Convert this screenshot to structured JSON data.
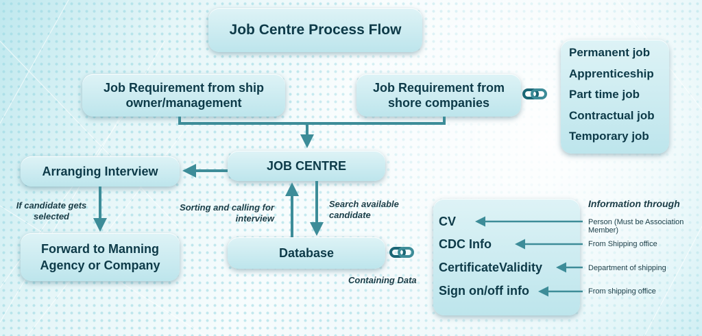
{
  "title": "Job Centre Process Flow",
  "req_ship": "Job Requirement from ship owner/management",
  "req_shore": "Job Requirement from shore companies",
  "job_types": [
    "Permanent job",
    "Apprenticeship",
    "Part time job",
    "Contractual job",
    "Temporary job"
  ],
  "job_centre": "JOB CENTRE",
  "arranging_interview": "Arranging Interview",
  "forward_manning": "Forward to Manning Agency or Company",
  "database": "Database",
  "if_selected": "If candidate gets selected",
  "sorting": "Sorting and calling for interview",
  "search": "Search available candidate",
  "containing_data": "Containing Data",
  "info_header": "Information through",
  "info_items": [
    {
      "label": "CV",
      "source": "Person (Must be Association Member)"
    },
    {
      "label": "CDC Info",
      "source": "From Shipping office"
    },
    {
      "label": "CertificateValidity",
      "source": "Department of shipping"
    },
    {
      "label": "Sign on/off info",
      "source": "From shipping office"
    }
  ],
  "colors": {
    "accent": "#3d8c98",
    "box": "#cdebf0",
    "text": "#0d3a48"
  }
}
